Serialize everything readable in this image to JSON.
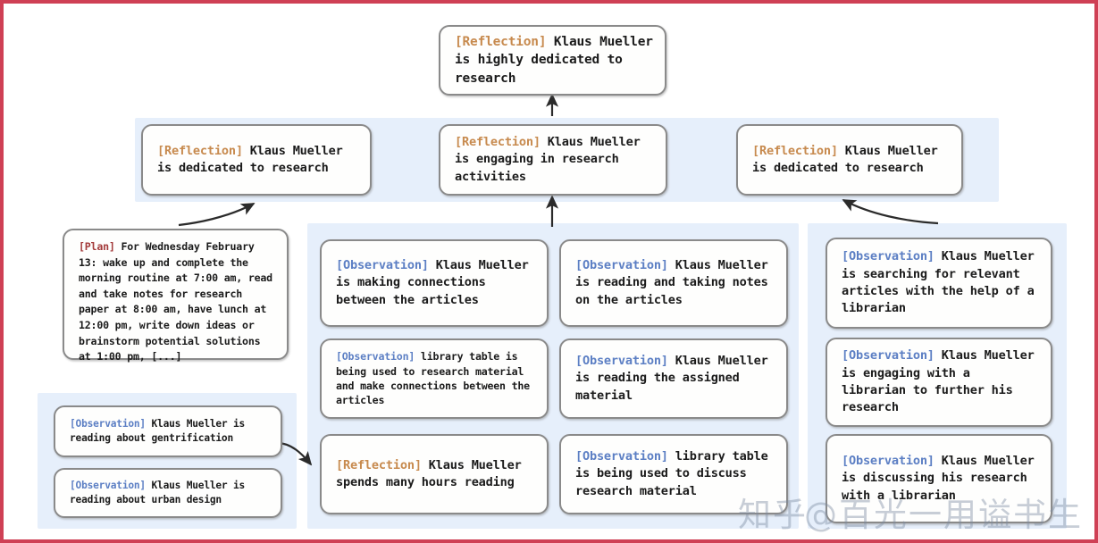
{
  "theme": {
    "page_border": "#cf4055",
    "panel_bg": "#e6effb",
    "node_bg": "#fefefd",
    "node_border": "#8a8a8a",
    "reflection_tag_color": "#c78a4e",
    "observation_tag_color": "#5c7fc4",
    "plan_tag_color": "#a33a3a",
    "arrow_color": "#2b2b2b"
  },
  "tags": {
    "reflection": "[Reflection]",
    "observation": "[Observation]",
    "plan": "[Plan]"
  },
  "nodes": {
    "root_reflection": {
      "tag": "[Reflection]",
      "text": " Klaus Mueller is highly dedicated to research"
    },
    "reflection_left": {
      "tag": "[Reflection]",
      "text": " Klaus Mueller is dedicated to research"
    },
    "reflection_middle": {
      "tag": "[Reflection]",
      "text": " Klaus Mueller is engaging in research activities"
    },
    "reflection_right": {
      "tag": "[Reflection]",
      "text": " Klaus Mueller is dedicated to research"
    },
    "plan": {
      "tag": "[Plan]",
      "text": " For Wednesday February 13: wake up and complete the morning routine at 7:00 am, read and take notes for research paper at 8:00 am, have lunch at 12:00 pm, write down ideas or brainstorm potential solutions at 1:00 pm, [...]"
    },
    "obs_gentrification": {
      "tag": "[Observation]",
      "text": " Klaus Mueller is reading about gentrification"
    },
    "obs_urban_design": {
      "tag": "[Observation]",
      "text": " Klaus Mueller is reading about urban design"
    },
    "obs_connections": {
      "tag": "[Observation]",
      "text": " Klaus Mueller is making connections between the articles"
    },
    "obs_library_table_connections": {
      "tag": "[Observation]",
      "text": " library table is being used to research material and make connections between the articles"
    },
    "reflection_hours_reading": {
      "tag": "[Reflection]",
      "text": " Klaus Mueller spends many hours reading"
    },
    "obs_reading_notes": {
      "tag": "[Observation]",
      "text": " Klaus Mueller is reading and taking notes on the articles"
    },
    "obs_assigned_material": {
      "tag": "[Observation]",
      "text": " Klaus Mueller is reading the assigned material"
    },
    "obs_library_table_discuss": {
      "tag": "[Observation]",
      "text": " library table is being used to discuss research material"
    },
    "obs_searching_articles": {
      "tag": "[Observation]",
      "text": " Klaus Mueller is searching for relevant articles with the help of a librarian"
    },
    "obs_engaging_librarian": {
      "tag": "[Observation]",
      "text": " Klaus Mueller is engaging with a librarian to further his research"
    },
    "obs_discussing_librarian": {
      "tag": "[Observation]",
      "text": " Klaus Mueller is discussing his research with a librarian"
    }
  },
  "watermark": {
    "site": "知乎",
    "handle": "@百光一用谥书生"
  }
}
